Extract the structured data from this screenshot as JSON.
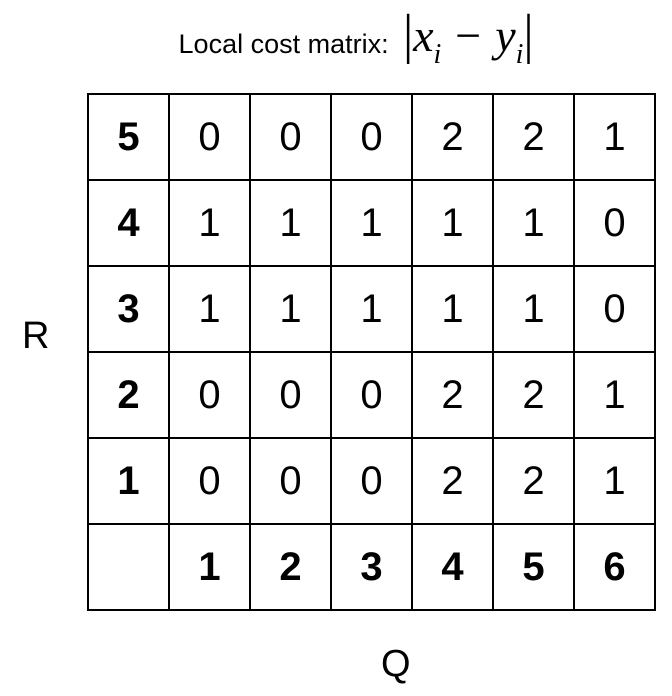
{
  "title": {
    "text": "Local cost matrix:",
    "formula": {
      "var1": "x",
      "sub1": "i",
      "operator": "−",
      "var2": "y",
      "sub2": "i"
    }
  },
  "axes": {
    "row_label": "R",
    "col_label": "Q"
  },
  "matrix": {
    "rows": [
      {
        "header": "5",
        "cells": [
          "0",
          "0",
          "0",
          "2",
          "2",
          "1"
        ]
      },
      {
        "header": "4",
        "cells": [
          "1",
          "1",
          "1",
          "1",
          "1",
          "0"
        ]
      },
      {
        "header": "3",
        "cells": [
          "1",
          "1",
          "1",
          "1",
          "1",
          "0"
        ]
      },
      {
        "header": "2",
        "cells": [
          "0",
          "0",
          "0",
          "2",
          "2",
          "1"
        ]
      },
      {
        "header": "1",
        "cells": [
          "0",
          "0",
          "0",
          "2",
          "2",
          "1"
        ]
      }
    ],
    "corner": "",
    "col_headers": [
      "1",
      "2",
      "3",
      "4",
      "5",
      "6"
    ]
  }
}
